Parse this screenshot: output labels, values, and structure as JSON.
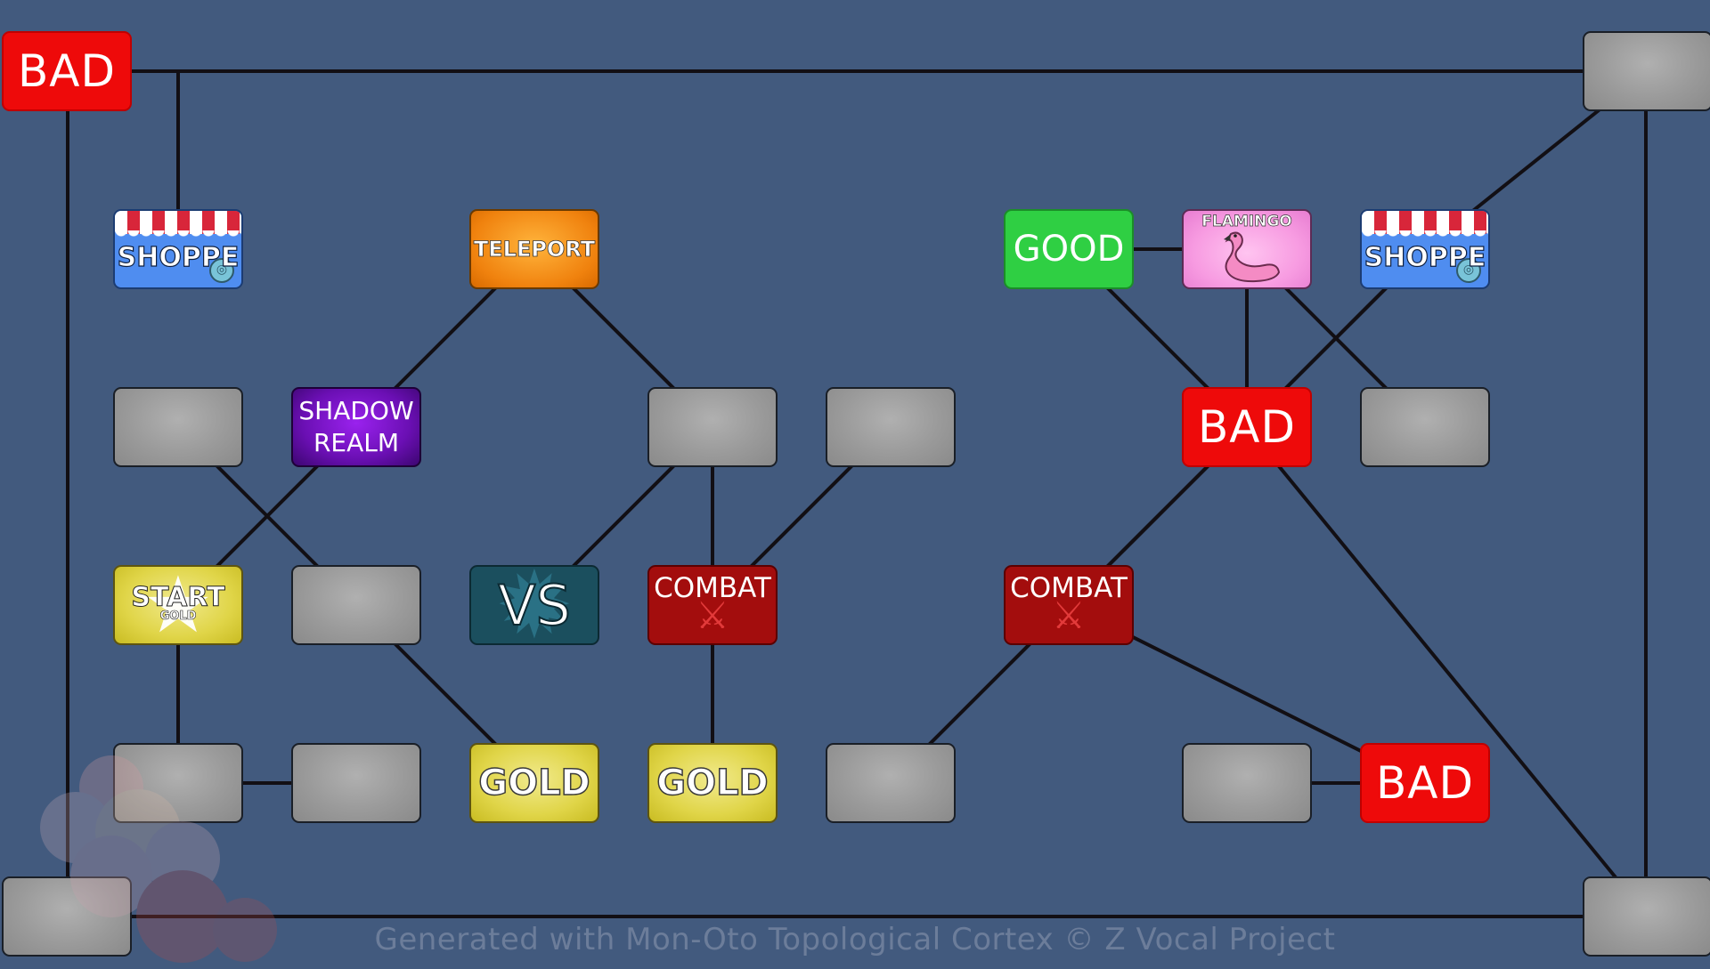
{
  "footer": "Generated with Mon-Oto Topological Cortex © Z Vocal Project",
  "colors": {
    "background": "#425a7e",
    "edge": "#120f14",
    "bad": "#ee0a0a",
    "good": "#2fcf43",
    "gold": "#e0d548",
    "teleport": "#f0820e",
    "shadow": "#6a0fb3",
    "vs": "#1b4f5e",
    "combat": "#a30d0d",
    "shoppe": "#4f8df0",
    "flamingo": "#f79be1",
    "empty": "#9a9a9a"
  },
  "nodes": [
    {
      "id": "corner-tl",
      "type": "bad",
      "label": "BAD"
    },
    {
      "id": "corner-tr",
      "type": "empty",
      "label": ""
    },
    {
      "id": "corner-bl",
      "type": "empty",
      "label": ""
    },
    {
      "id": "corner-br",
      "type": "empty",
      "label": ""
    },
    {
      "id": "r1c1",
      "type": "shoppe",
      "label": "SHOPPE"
    },
    {
      "id": "r1c3",
      "type": "teleport",
      "label": "TELEPORT"
    },
    {
      "id": "r1c6",
      "type": "good",
      "label": "GOOD"
    },
    {
      "id": "r1c7",
      "type": "flamingo",
      "label": "FLAMINGO"
    },
    {
      "id": "r1c8",
      "type": "shoppe",
      "label": "SHOPPE"
    },
    {
      "id": "r2c1",
      "type": "empty",
      "label": ""
    },
    {
      "id": "r2c2",
      "type": "shadow",
      "label": "SHADOW REALM"
    },
    {
      "id": "r2c4",
      "type": "empty",
      "label": ""
    },
    {
      "id": "r2c5",
      "type": "empty",
      "label": ""
    },
    {
      "id": "r2c7",
      "type": "bad",
      "label": "BAD"
    },
    {
      "id": "r2c8",
      "type": "empty",
      "label": ""
    },
    {
      "id": "r3c1",
      "type": "start",
      "label": "START",
      "sub": "GOLD"
    },
    {
      "id": "r3c2",
      "type": "empty",
      "label": ""
    },
    {
      "id": "r3c3",
      "type": "vs",
      "label": "VS"
    },
    {
      "id": "r3c4",
      "type": "combat",
      "label": "COMBAT"
    },
    {
      "id": "r3c6",
      "type": "combat",
      "label": "COMBAT"
    },
    {
      "id": "r4c1",
      "type": "empty",
      "label": ""
    },
    {
      "id": "r4c2",
      "type": "empty",
      "label": ""
    },
    {
      "id": "r4c3",
      "type": "gold",
      "label": "GOLD"
    },
    {
      "id": "r4c4",
      "type": "gold",
      "label": "GOLD"
    },
    {
      "id": "r4c5",
      "type": "empty",
      "label": ""
    },
    {
      "id": "r4c7",
      "type": "empty",
      "label": ""
    },
    {
      "id": "r4c8",
      "type": "bad",
      "label": "BAD"
    }
  ],
  "edges": [
    [
      "corner-tl",
      "corner-tr"
    ],
    [
      "corner-tl",
      "corner-bl"
    ],
    [
      "corner-tr",
      "corner-br"
    ],
    [
      "corner-bl",
      "corner-br"
    ],
    [
      "corner-tl",
      "r1c1"
    ],
    [
      "corner-tr",
      "r1c8"
    ],
    [
      "r1c3",
      "r2c2"
    ],
    [
      "r1c3",
      "r2c4"
    ],
    [
      "r1c6",
      "r1c7"
    ],
    [
      "r1c6",
      "r2c7"
    ],
    [
      "r1c7",
      "r2c7"
    ],
    [
      "r1c7",
      "r2c8"
    ],
    [
      "r1c8",
      "r2c7"
    ],
    [
      "r1c8",
      "r3c6"
    ],
    [
      "r2c1",
      "r3c2"
    ],
    [
      "r2c2",
      "r3c1"
    ],
    [
      "r2c4",
      "r3c3"
    ],
    [
      "r2c4",
      "r3c4"
    ],
    [
      "r2c5",
      "r3c4"
    ],
    [
      "r2c7",
      "r3c6"
    ],
    [
      "r2c7",
      "corner-br"
    ],
    [
      "r3c1",
      "r4c1"
    ],
    [
      "r3c2",
      "r4c3"
    ],
    [
      "r3c4",
      "r4c4"
    ],
    [
      "r3c6",
      "r4c5"
    ],
    [
      "r3c6",
      "r4c8"
    ],
    [
      "r4c1",
      "r4c2"
    ],
    [
      "r4c7",
      "r4c8"
    ]
  ]
}
